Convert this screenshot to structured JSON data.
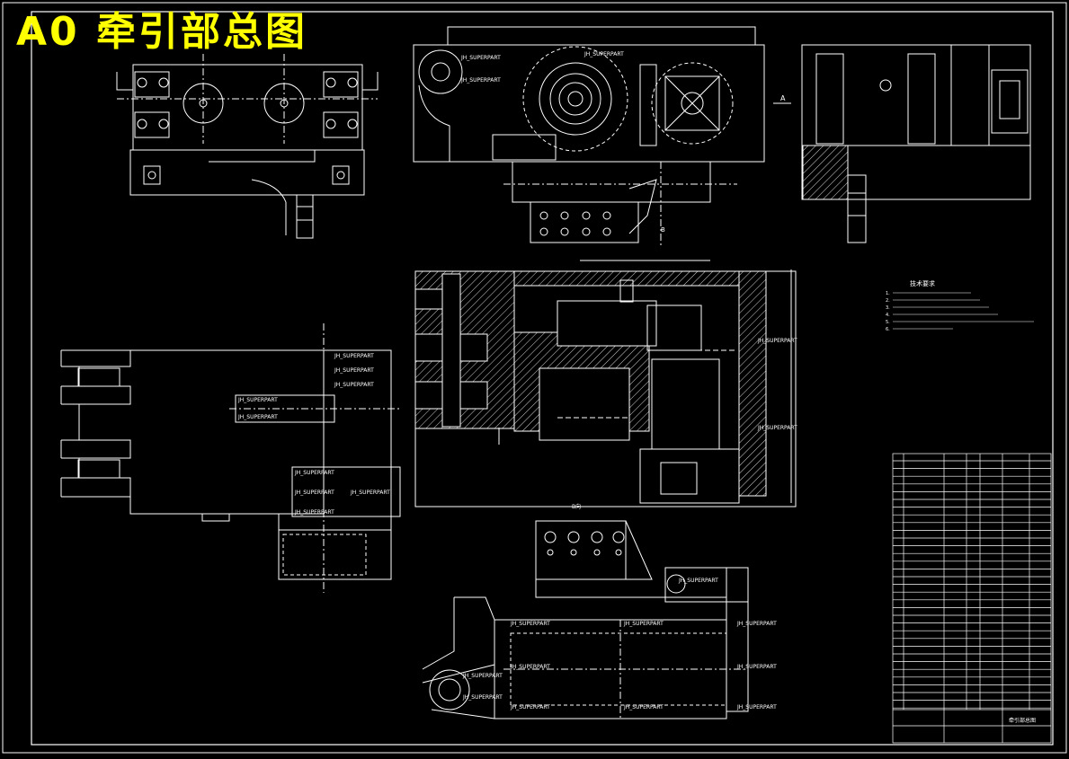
{
  "drawing": {
    "title": "A0 牵引部总图",
    "part_label": "JH_SUPERPART",
    "view_a": "A",
    "view_b": "B",
    "view_b_dir": "B向",
    "notes_title": "技术要求",
    "notes_lines": [
      "1.",
      "2.",
      "3.",
      "4.",
      "5.",
      "6."
    ],
    "bom_title": "牵引部总图"
  },
  "colors": {
    "background": "#000000",
    "line": "#ffffff",
    "title": "#ffff00",
    "hatch": "#cccccc"
  }
}
